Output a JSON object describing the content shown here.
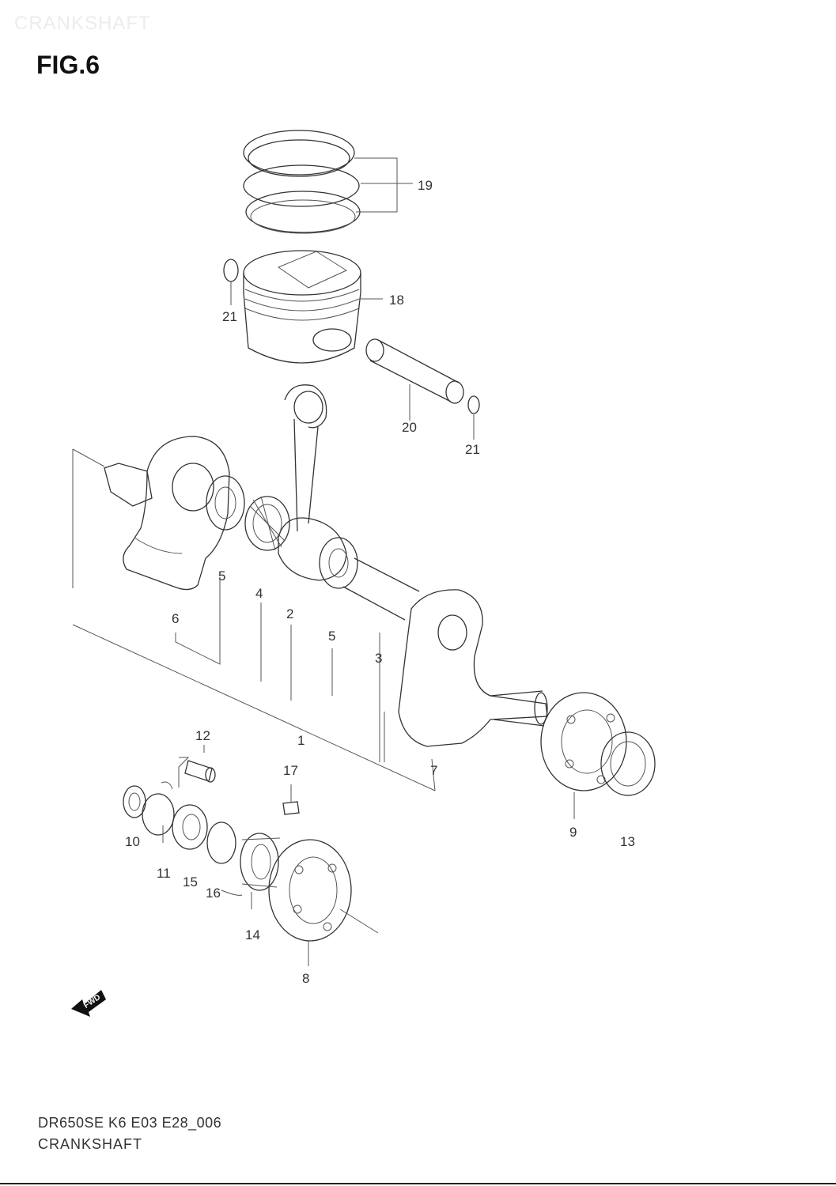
{
  "header": {
    "ghost_title": "CRANKSHAFT",
    "figure_label": "FIG.6"
  },
  "footer": {
    "model_code": "DR650SE K6 E03 E28_006",
    "section_name": "CRANKSHAFT"
  },
  "fwd_badge": "FWD",
  "callouts": [
    "19",
    "18",
    "21",
    "20",
    "21",
    "5",
    "4",
    "2",
    "6",
    "5",
    "3",
    "1",
    "12",
    "17",
    "7",
    "9",
    "13",
    "10",
    "11",
    "15",
    "16",
    "14",
    "8"
  ]
}
